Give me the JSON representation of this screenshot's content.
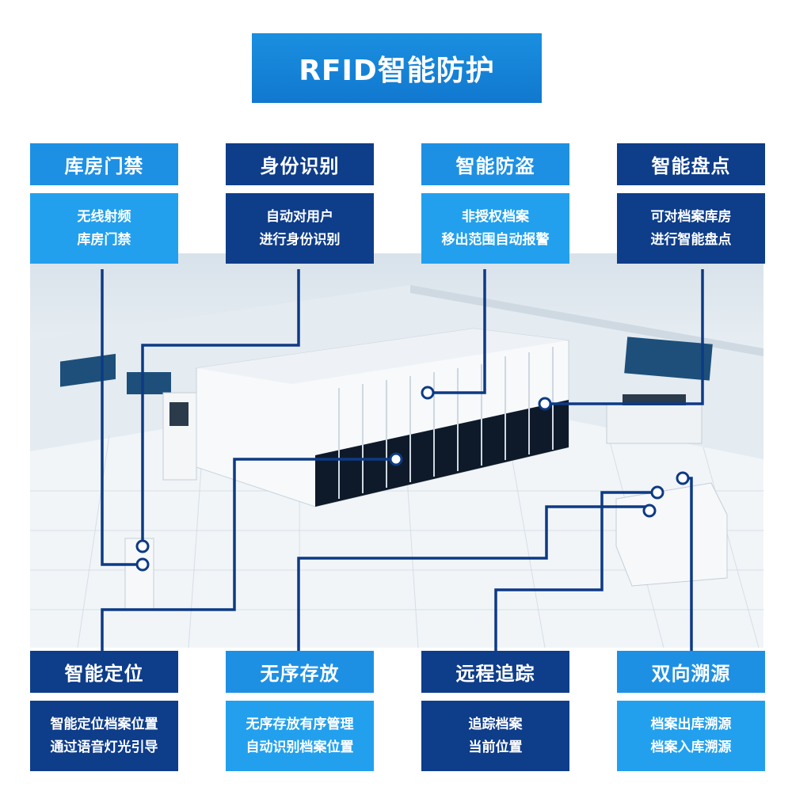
{
  "title": "RFID智能防护",
  "colors": {
    "light_blue": "#22a0ee",
    "dark_blue": "#0e3d8a",
    "title_blue": "#1178cf",
    "line_blue": "#0d3a85"
  },
  "top_cards": [
    {
      "title": "库房门禁",
      "line1": "无线射频",
      "line2": "库房门禁",
      "style": "light"
    },
    {
      "title": "身份识别",
      "line1": "自动对用户",
      "line2": "进行身份识别",
      "style": "dark"
    },
    {
      "title": "智能防盗",
      "line1": "非授权档案",
      "line2": "移出范围自动报警",
      "style": "light"
    },
    {
      "title": "智能盘点",
      "line1": "可对档案库房",
      "line2": "进行智能盘点",
      "style": "dark"
    }
  ],
  "bottom_cards": [
    {
      "title": "智能定位",
      "line1": "智能定位档案位置",
      "line2": "通过语音灯光引导",
      "style": "dark"
    },
    {
      "title": "无序存放",
      "line1": "无序存放有序管理",
      "line2": "自动识别档案位置",
      "style": "light"
    },
    {
      "title": "远程追踪",
      "line1": "追踪档案",
      "line2": "当前位置",
      "style": "dark"
    },
    {
      "title": "双向溯源",
      "line1": "档案出库溯源",
      "line2": "档案入库溯源",
      "style": "light"
    }
  ]
}
